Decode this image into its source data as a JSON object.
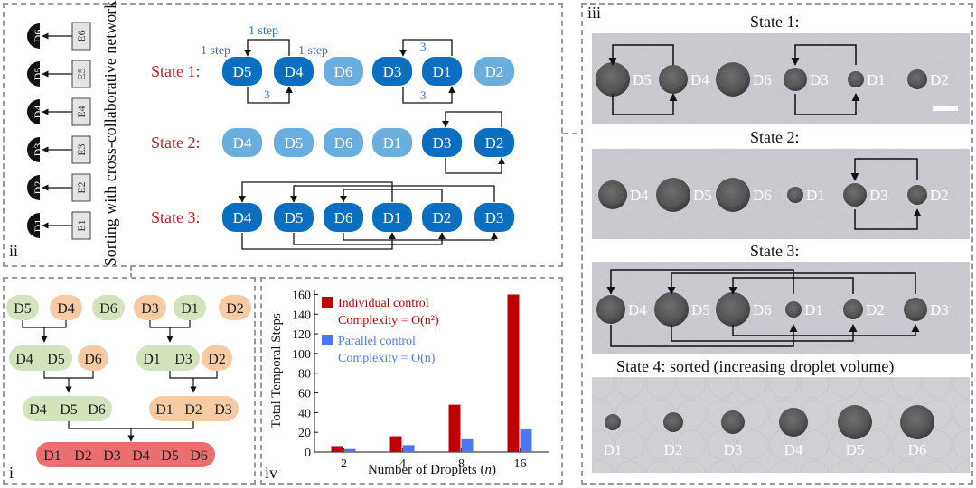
{
  "panels": {
    "i": "i",
    "ii": "ii",
    "iii": "iii",
    "iv": "iv"
  },
  "ii": {
    "electrodes": [
      {
        "d": "D6",
        "e": "E6"
      },
      {
        "d": "D5",
        "e": "E5"
      },
      {
        "d": "D4",
        "e": "E4"
      },
      {
        "d": "D3",
        "e": "E3"
      },
      {
        "d": "D2",
        "e": "E2"
      },
      {
        "d": "D1",
        "e": "E1"
      }
    ],
    "network_title": "Sorting with cross-collaborative network",
    "states": [
      {
        "label": "State 1:",
        "nodes": [
          "D5",
          "D4",
          "D6",
          "D3",
          "D1",
          "D2"
        ]
      },
      {
        "label": "State 2:",
        "nodes": [
          "D4",
          "D5",
          "D6",
          "D1",
          "D3",
          "D2"
        ]
      },
      {
        "label": "State 3:",
        "nodes": [
          "D4",
          "D5",
          "D6",
          "D1",
          "D2",
          "D3"
        ]
      }
    ],
    "step_label_a": "1 step",
    "step_label_b": "1 step",
    "step_label_c": "1 step",
    "step_label_3a": "3",
    "step_label_3b": "3",
    "step_label_3c": "3",
    "colors": {
      "dark": "#0a6fc0",
      "light": "#6aaee0",
      "red": "#b3262a",
      "step": "#2f6fd6"
    }
  },
  "i": {
    "row1": [
      "D5",
      "D4",
      "D6",
      "D3",
      "D1",
      "D2"
    ],
    "row2": [
      "D4",
      "D5",
      "D6",
      "D1",
      "D3",
      "D2"
    ],
    "row3": [
      "D4",
      "D5",
      "D6",
      "D1",
      "D2",
      "D3"
    ],
    "row4": [
      "D1",
      "D2",
      "D3",
      "D4",
      "D5",
      "D6"
    ],
    "colors": {
      "green": "#d3e3bc",
      "orange": "#f6cba4",
      "red": "#ec6f6f"
    }
  },
  "iv": {
    "chart_data": {
      "type": "bar",
      "xlabel": "Number of Droplets (n)",
      "ylabel": "Total Temporal Steps",
      "categories": [
        "2",
        "4",
        "8",
        "16"
      ],
      "ylim": [
        0,
        165
      ],
      "yticks": [
        0,
        20,
        40,
        60,
        80,
        100,
        120,
        140,
        160
      ],
      "series": [
        {
          "name": "Individual control",
          "sub": "Complexity = O(n²)",
          "color": "#c00000",
          "values": [
            6,
            16,
            48,
            160
          ]
        },
        {
          "name": "Parallel control",
          "sub": "Complexity = O(n)",
          "color": "#4a78f5",
          "values": [
            3,
            7,
            13,
            23
          ]
        }
      ]
    }
  },
  "iii": {
    "titles": [
      "State 1:",
      "State 2:",
      "State 3:",
      "State 4: sorted (increasing droplet volume)"
    ],
    "state1": [
      "D5",
      "D4",
      "D6",
      "D3",
      "D1",
      "D2"
    ],
    "state2": [
      "D4",
      "D5",
      "D6",
      "D1",
      "D3",
      "D2"
    ],
    "state3": [
      "D4",
      "D5",
      "D6",
      "D1",
      "D2",
      "D3"
    ],
    "state4": [
      "D1",
      "D2",
      "D3",
      "D4",
      "D5",
      "D6"
    ]
  }
}
